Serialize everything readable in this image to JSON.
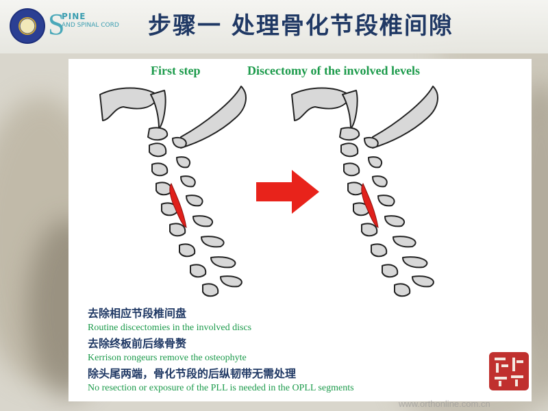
{
  "header": {
    "title": "步骤一  处理骨化节段椎间隙",
    "brand": {
      "letter": "S",
      "line1": "PINE",
      "line2": "AND SPINAL CORD"
    }
  },
  "figure": {
    "left_label": "First step",
    "right_label": "Discectomy of the involved levels"
  },
  "notes": [
    {
      "zh": "去除相应节段椎间盘",
      "en": "Routine discectomies  in the involved discs"
    },
    {
      "zh": "去除终板前后缘骨赘",
      "en": "Kerrison rongeurs remove the osteophyte"
    },
    {
      "zh": "除头尾两端，骨化节段的后纵韧带无需处理",
      "en": "No resection or exposure of the PLL is needed in the OPLL segments"
    }
  ],
  "footer": {
    "url": "www.orthonline.com.cn"
  },
  "colors": {
    "title": "#1f3864",
    "label_green": "#1b9a4a",
    "bone_fill": "#d8d8d8",
    "bone_stroke": "#222222",
    "opll_red": "#e0201b",
    "arrow_red": "#e8231b"
  },
  "icons": [
    "hospital-seal-icon",
    "spine-logo-icon",
    "right-arrow-icon",
    "red-seal-stamp-icon"
  ]
}
